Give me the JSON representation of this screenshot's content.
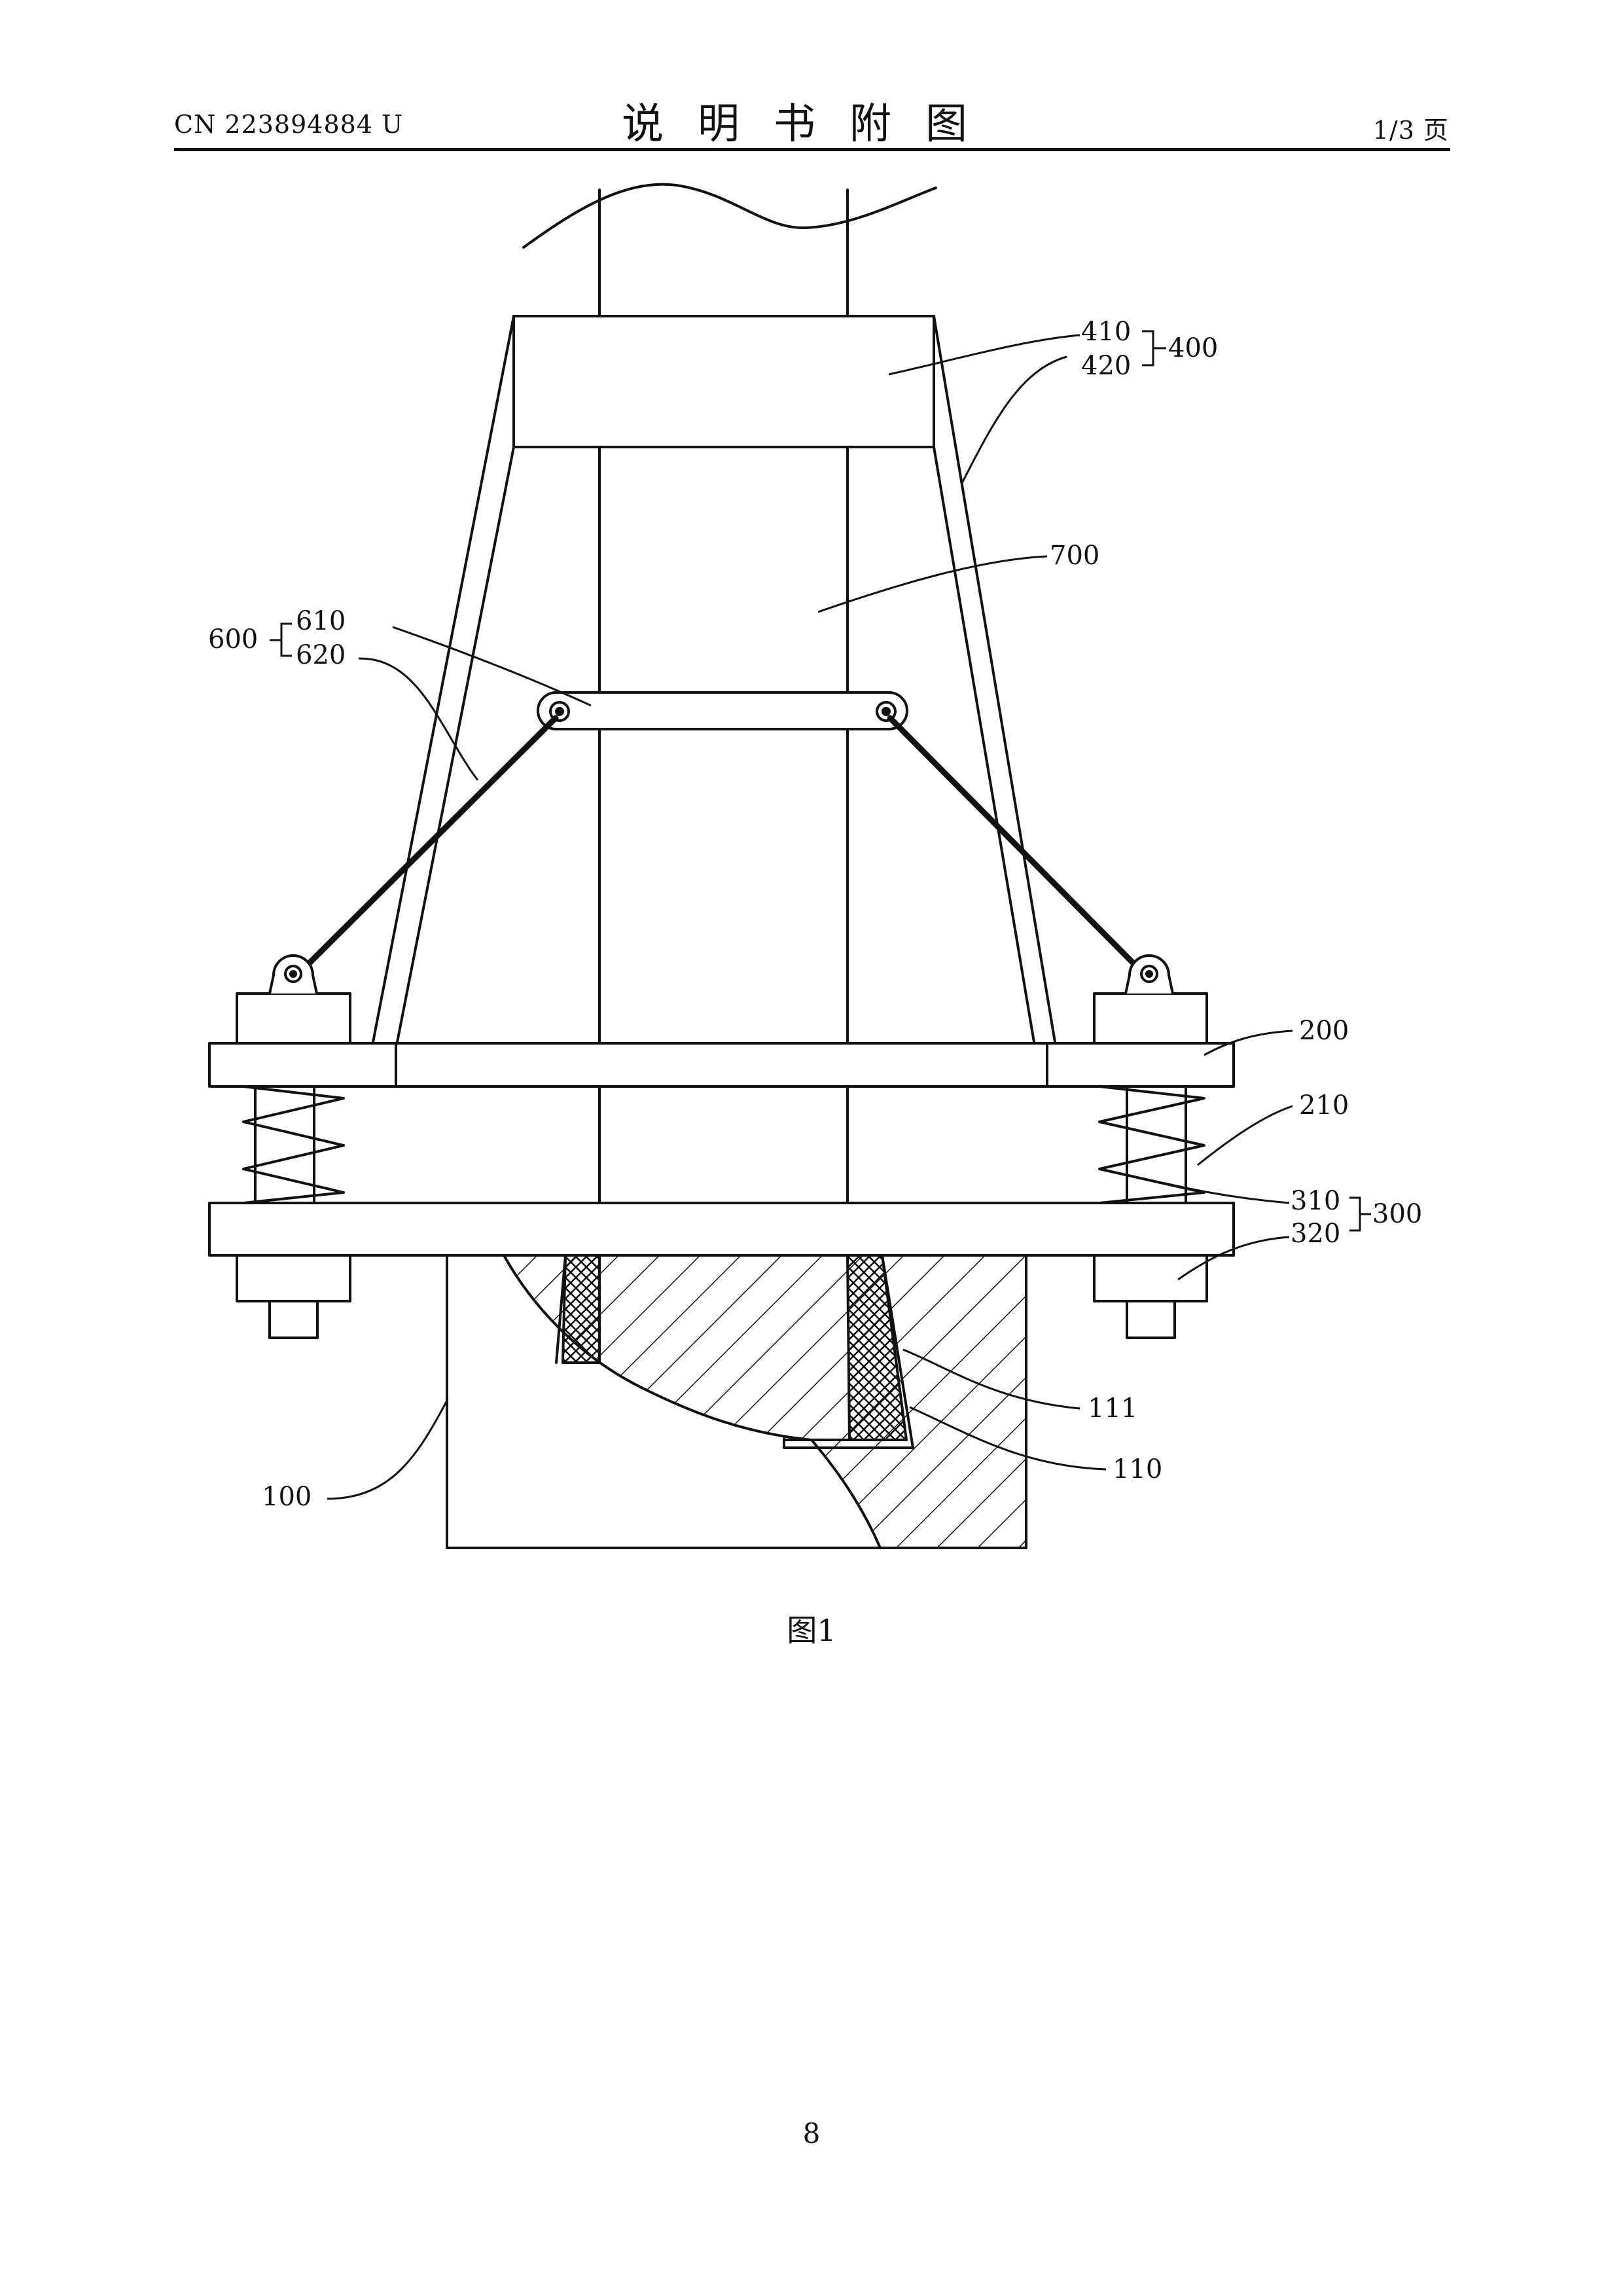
{
  "header": {
    "doc_number": "CN 223894884 U",
    "title": "说明书附图",
    "page_of": "1/3 页"
  },
  "figure": {
    "caption": "图1",
    "labels": {
      "l410": "410",
      "l420": "420",
      "l400": "400",
      "l700": "700",
      "l610": "610",
      "l620": "620",
      "l600": "600",
      "l200": "200",
      "l210": "210",
      "l310": "310",
      "l320": "320",
      "l300": "300",
      "l111": "111",
      "l110": "110",
      "l100": "100"
    }
  },
  "footer": {
    "page_number": "8"
  }
}
